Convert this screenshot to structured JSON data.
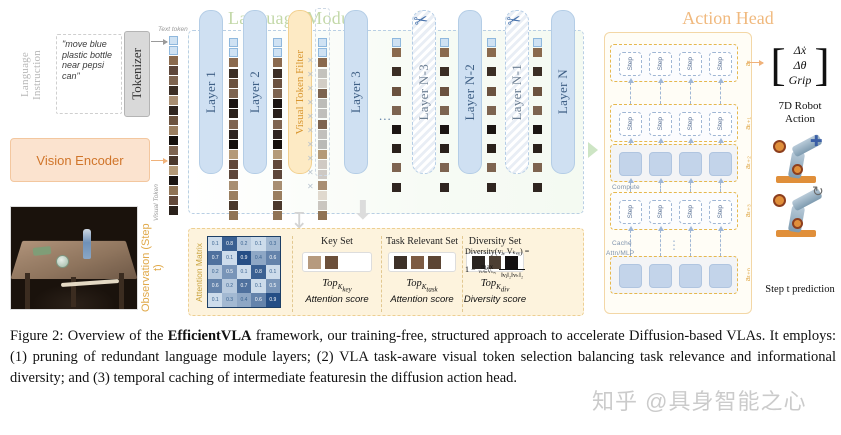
{
  "figure": {
    "language_instruction_label": "Language Instruction",
    "instruction_text": "\"move blue plastic bottle near pepsi can\"",
    "tokenizer_label": "Tokenizer",
    "vision_encoder_label": "Vision Encoder",
    "observation_label": "Observation (Step t)",
    "text_token_label": "Text token",
    "visual_token_label": "Visual Token"
  },
  "language_module": {
    "title": "Language Module",
    "layers": [
      {
        "label": "Layer 1",
        "pruned": false
      },
      {
        "label": "Layer 2",
        "pruned": false
      },
      {
        "label": "Layer 3",
        "pruned": false
      },
      {
        "label": "Layer N-3",
        "pruned": true
      },
      {
        "label": "Layer N-2",
        "pruned": false
      },
      {
        "label": "Layer N-1",
        "pruned": true
      },
      {
        "label": "Layer N",
        "pruned": false
      }
    ],
    "filter_label": "Visual Token Filter",
    "ellipsis": "...",
    "scissors_icon": "scissors"
  },
  "analysis": {
    "attention_matrix_label": "Attention Matrix",
    "matrix_values": [
      [
        0.1,
        0.8,
        0.2,
        0.1,
        0.3
      ],
      [
        0.7,
        0.1,
        0.9,
        0.4,
        0.6
      ],
      [
        0.2,
        0.5,
        0.1,
        0.8,
        0.1
      ],
      [
        0.6,
        0.2,
        0.7,
        0.1,
        0.5
      ],
      [
        0.1,
        0.3,
        0.4,
        0.6,
        0.9
      ]
    ],
    "sets": [
      {
        "title": "Key Set",
        "topk": "Top",
        "topk_sub": "K_key",
        "score": "Attention score",
        "swatches": 2
      },
      {
        "title": "Task Relevant Set",
        "topk": "Top",
        "topk_sub": "K_task",
        "score": "Attention score",
        "swatches": 3
      },
      {
        "title": "Diversity Set",
        "topk": "Top",
        "topk_sub": "K_div",
        "score": "Diversity score",
        "swatches": 3
      }
    ],
    "diversity_formula_lhs": "Diversity(vⱼ, Vₖₑᵧ) =",
    "diversity_formula_rhs_prefix": "1 −",
    "diversity_formula_max": "max",
    "diversity_formula_max_sub": "vₖ∈Vₖₑᵧ",
    "diversity_formula_num": "vⱼ·vₖ",
    "diversity_formula_den": "‖vⱼ‖₂‖vₖ‖₂"
  },
  "action_head": {
    "title": "Action Head",
    "step_label": "Step",
    "compute_note": "Compute",
    "cache_note_line1": "Cache",
    "cache_note_line2": "Attn/MLP",
    "vertical_dots": "⋮",
    "rows": [
      {
        "side_label": "aₜ",
        "cached": false
      },
      {
        "side_label": "aₜ₊₁",
        "cached": false
      },
      {
        "side_label": "aₜ₊₂",
        "cached": true
      },
      {
        "side_label": "aₜ₊₃",
        "cached": false
      },
      {
        "side_label": "aₜ₊ₙ",
        "cached": true
      }
    ],
    "output_vector": [
      "Δẋ",
      "Δθ",
      "Grip"
    ],
    "robot_action_label": "7D Robot Action",
    "step_prediction_label": "Step t prediction",
    "robot_icon": "robot-arm-icon"
  },
  "caption": {
    "prefix": "Figure 2:  Overview of the ",
    "bold": "EfficientVLA",
    "rest": " framework, our training-free, structured approach to accelerate Diffusion-based VLAs. It employs: (1) pruning of redundant language module layers; (2) VLA task-aware visual token selection balancing task relevance and informational diversity; and (3) temporal caching of intermediate featuresin the diffusion action head."
  },
  "watermark": {
    "text": "知乎 @具身智能之心"
  },
  "colors": {
    "lang_module_title": "#c3d8a8",
    "action_head_title": "#f0b97e",
    "layer_fill": "#cfe0f2",
    "filter_fill": "#fdeac4",
    "observation_label": "#e0a94a",
    "vision_encoder_fill": "#fbe3cf"
  }
}
